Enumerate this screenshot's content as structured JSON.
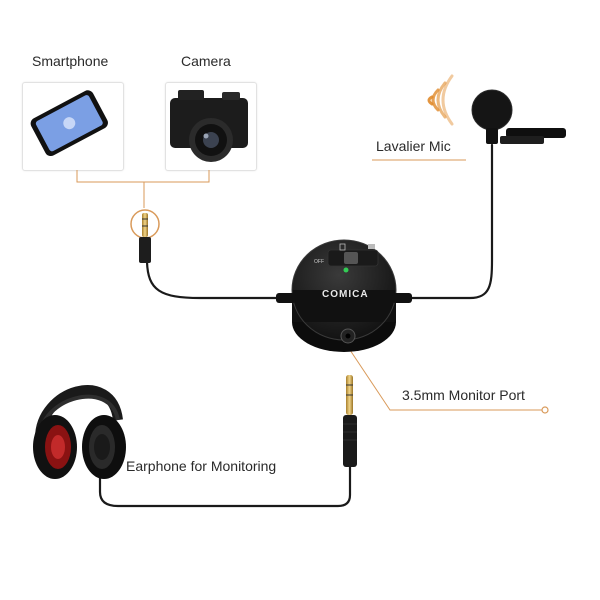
{
  "labels": {
    "smartphone": "Smartphone",
    "camera": "Camera",
    "lavalier": "Lavalier Mic",
    "monitor_port": "3.5mm Monitor Port",
    "earphone": "Earphone for Monitoring"
  },
  "device": {
    "brand": "COMICA",
    "switch_off": "OFF"
  },
  "colors": {
    "accent": "#d99a5a",
    "cable": "#1a1a1a",
    "led": "#33cc55"
  }
}
